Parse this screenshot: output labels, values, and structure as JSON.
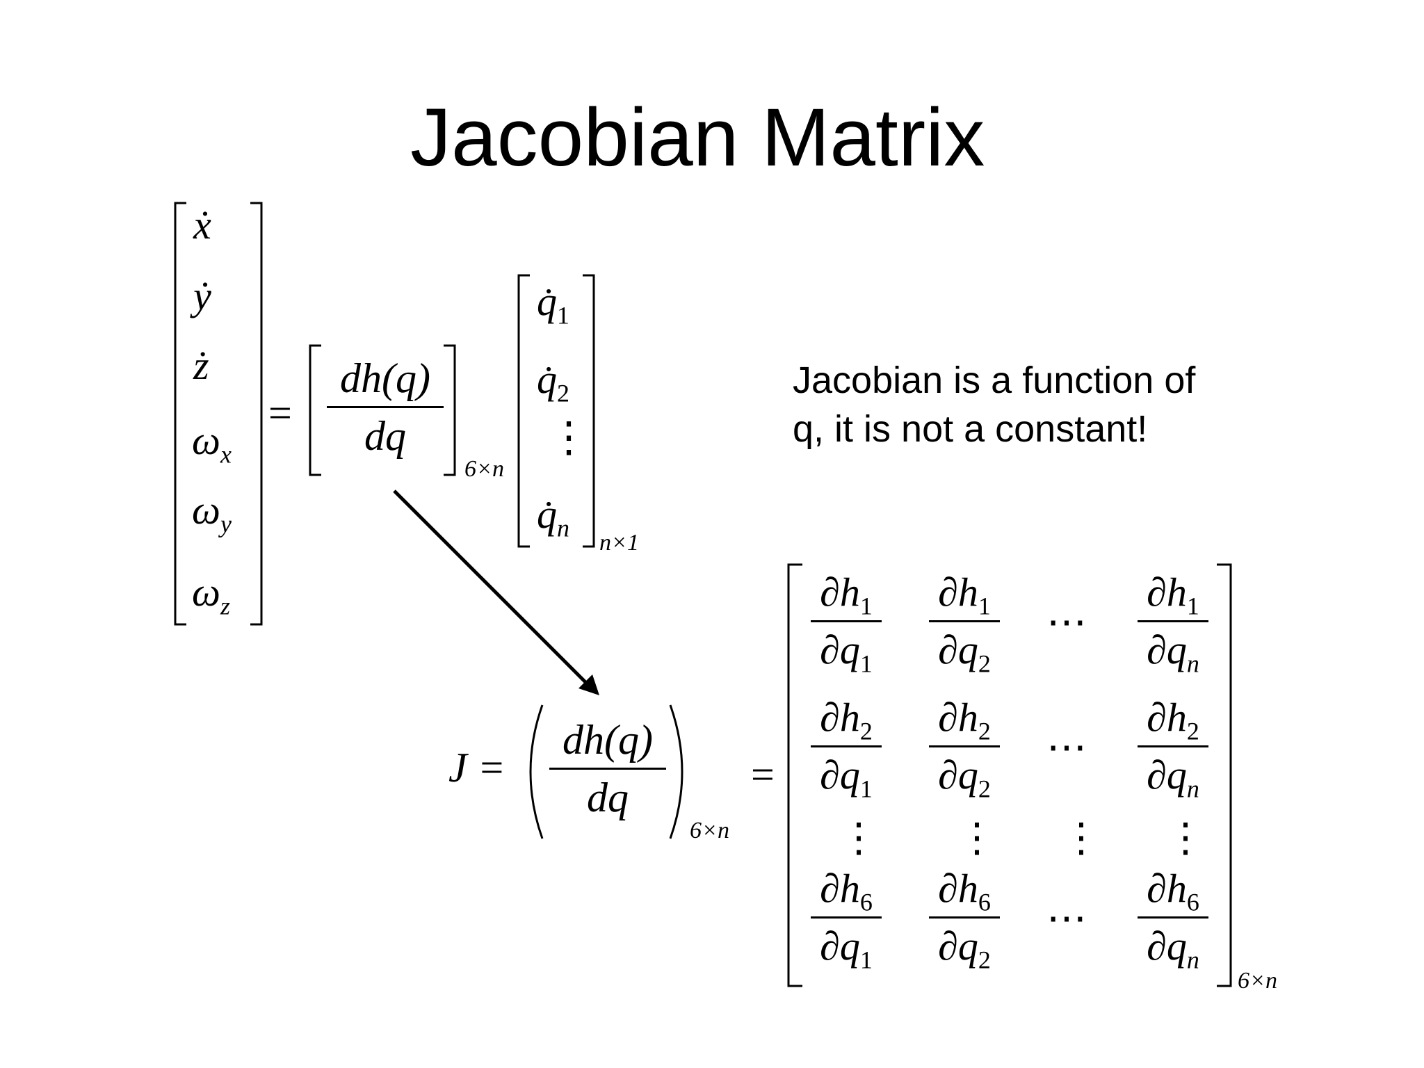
{
  "slide": {
    "title": "Jacobian Matrix",
    "note_line1": "Jacobian is a function of",
    "note_line2": "q, it is not a constant!"
  },
  "velocity_vector": [
    "ẋ",
    "ẏ",
    "ż",
    "ω",
    "ω",
    "ω"
  ],
  "velocity_subscripts": [
    "",
    "",
    "",
    "x",
    "y",
    "z"
  ],
  "derivative": {
    "numerator": "dh(q)",
    "denominator": "dq",
    "size": "6×n"
  },
  "qdot_vector": {
    "entries": [
      "q̇",
      "q̇",
      "⋮",
      "q̇"
    ],
    "subscripts": [
      "1",
      "2",
      "",
      "n"
    ],
    "size": "n×1"
  },
  "equals": "=",
  "jacobian_def": {
    "lhs": "J =",
    "numerator": "dh(q)",
    "denominator": "dq",
    "size": "6×n"
  },
  "jacobian_matrix": {
    "size": "6×n",
    "rows": [
      {
        "h": "1",
        "cols": [
          "1",
          "2",
          "n"
        ]
      },
      {
        "h": "2",
        "cols": [
          "1",
          "2",
          "n"
        ]
      },
      {
        "h": "6",
        "cols": [
          "1",
          "2",
          "n"
        ]
      }
    ],
    "partial": "∂",
    "h_symbol": "h",
    "q_symbol": "q",
    "hdots": "⋯",
    "vdots": "⋮"
  }
}
